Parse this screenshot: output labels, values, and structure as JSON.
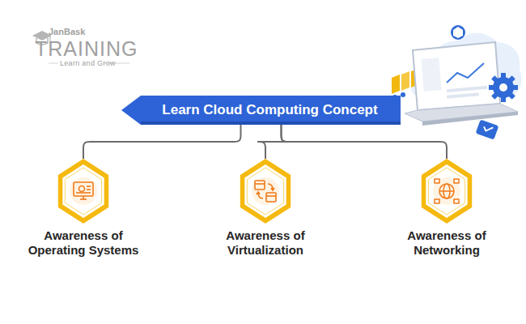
{
  "diagram": {
    "nodes": [
      {
        "text": [
          "Learn Cloud Computing Concept"
        ]
      },
      {
        "text": [
          "Awareness of Operating Systems"
        ]
      },
      {
        "text": [
          "Awareness of Virtualization"
        ]
      },
      {
        "text": [
          "Awareness of Networking"
        ]
      }
    ],
    "edges": [
      {
        "from": 0,
        "to": 1,
        "arrow": "none"
      },
      {
        "from": 0,
        "to": 2,
        "arrow": "none"
      },
      {
        "from": 0,
        "to": 3,
        "arrow": "none"
      }
    ],
    "labels": [
      "JanBask",
      "TRAINING",
      "Learn and Grow"
    ]
  }
}
